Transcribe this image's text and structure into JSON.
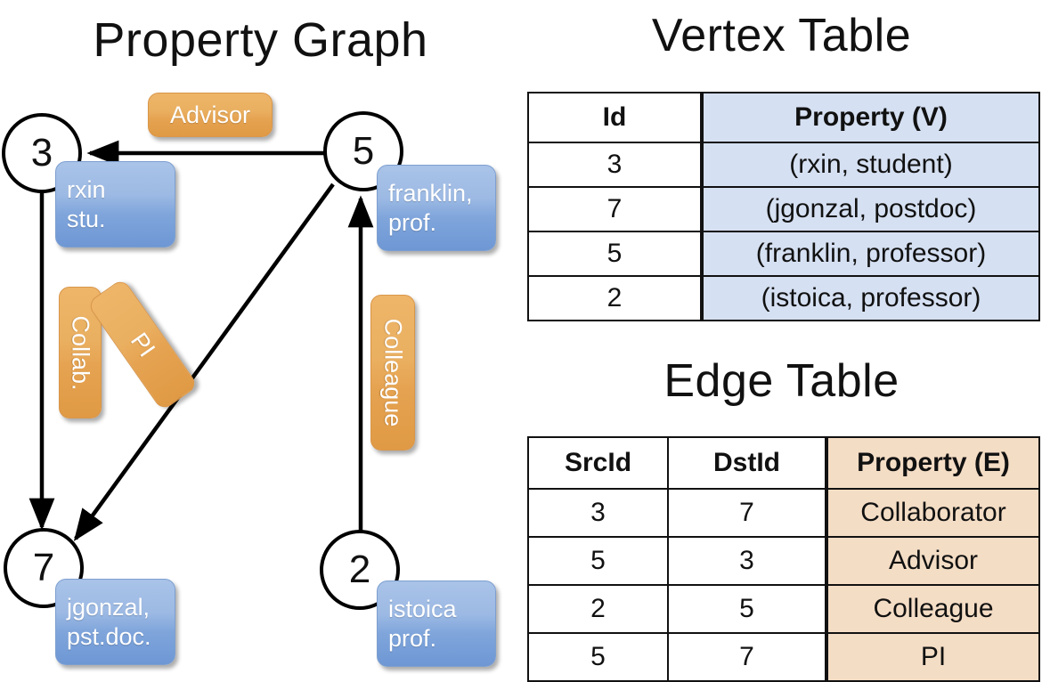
{
  "titles": {
    "property_graph": "Property Graph",
    "vertex_table": "Vertex Table",
    "edge_table": "Edge Table"
  },
  "graph": {
    "nodes": [
      {
        "id": "3",
        "label_line1": "rxin",
        "label_line2": "stu."
      },
      {
        "id": "5",
        "label_line1": "franklin,",
        "label_line2": "prof."
      },
      {
        "id": "7",
        "label_line1": "jgonzal,",
        "label_line2": "pst.doc."
      },
      {
        "id": "2",
        "label_line1": "istoica",
        "label_line2": "prof."
      }
    ],
    "edge_labels": [
      {
        "text": "Advisor",
        "orientation": "horizontal"
      },
      {
        "text": "Collab.",
        "orientation": "vertical"
      },
      {
        "text": "PI",
        "orientation": "diagonal"
      },
      {
        "text": "Colleague",
        "orientation": "vertical"
      }
    ]
  },
  "vertex_table": {
    "headers": [
      "Id",
      "Property (V)"
    ],
    "rows": [
      {
        "id": "3",
        "property": "(rxin, student)"
      },
      {
        "id": "7",
        "property": "(jgonzal, postdoc)"
      },
      {
        "id": "5",
        "property": "(franklin, professor)"
      },
      {
        "id": "2",
        "property": "(istoica, professor)"
      }
    ]
  },
  "edge_table": {
    "headers": [
      "SrcId",
      "DstId",
      "Property (E)"
    ],
    "rows": [
      {
        "src": "3",
        "dst": "7",
        "property": "Collaborator"
      },
      {
        "src": "5",
        "dst": "3",
        "property": "Advisor"
      },
      {
        "src": "2",
        "dst": "5",
        "property": "Colleague"
      },
      {
        "src": "5",
        "dst": "7",
        "property": "PI"
      }
    ]
  },
  "colors": {
    "vertex_property_fill": "#d5e0f2",
    "edge_property_fill": "#f4ddc5",
    "node_box_blue": "#7fa5db",
    "edge_label_orange": "#e8a857",
    "border": "#111111"
  }
}
